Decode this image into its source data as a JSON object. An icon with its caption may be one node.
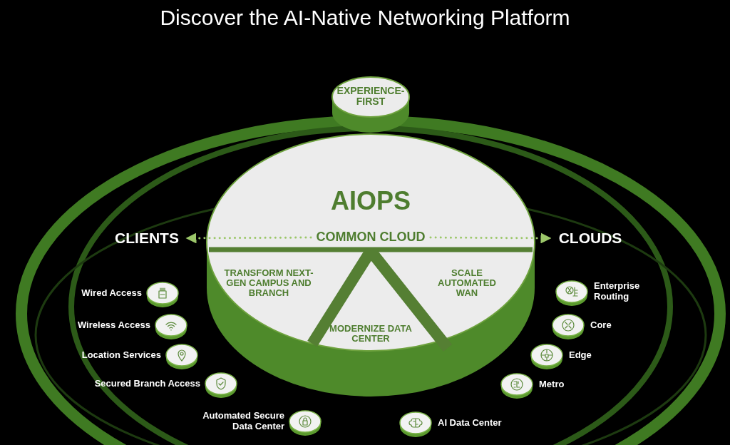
{
  "diagram": {
    "title": "Discover the AI-Native Networking Platform",
    "nodes": [
      {
        "text": [
          "EXPERIENCE-FIRST"
        ]
      },
      {
        "text": [
          "AIOPS"
        ]
      },
      {
        "text": [
          "COMMON CLOUD"
        ],
        "in": 1
      },
      {
        "text": [
          "TRANSFORM NEXT-GEN CAMPUS AND BRANCH"
        ],
        "in": 1
      },
      {
        "text": [
          "SCALE AUTOMATED WAN"
        ],
        "in": 1
      },
      {
        "text": [
          "MODERNIZE DATA CENTER"
        ],
        "in": 1
      },
      {
        "text": [
          "CLIENTS"
        ]
      },
      {
        "text": [
          "CLOUDS"
        ]
      },
      {
        "text": [],
        "shape": "circle",
        "beside": [
          "Wired Access"
        ]
      },
      {
        "text": [],
        "shape": "circle",
        "beside": [
          "Wireless Access"
        ]
      },
      {
        "text": [],
        "shape": "circle",
        "beside": [
          "Location Services"
        ]
      },
      {
        "text": [],
        "shape": "circle",
        "beside": [
          "Secured Branch Access"
        ]
      },
      {
        "text": [],
        "shape": "circle",
        "beside": [
          "Automated Secure Data Center"
        ]
      },
      {
        "text": [],
        "shape": "circle",
        "beside": [
          "Enterprise Routing"
        ]
      },
      {
        "text": [],
        "shape": "circle",
        "beside": [
          "Core"
        ]
      },
      {
        "text": [],
        "shape": "circle",
        "beside": [
          "Edge"
        ]
      },
      {
        "text": [],
        "shape": "circle",
        "beside": [
          "Metro"
        ]
      },
      {
        "text": [],
        "shape": "circle",
        "beside": [
          "AI Data Center"
        ]
      }
    ],
    "edges": [
      {
        "from": 2,
        "to": 6,
        "arrow": "to",
        "style": "dashed"
      },
      {
        "from": 2,
        "to": 7,
        "arrow": "to",
        "style": "dashed"
      }
    ]
  }
}
